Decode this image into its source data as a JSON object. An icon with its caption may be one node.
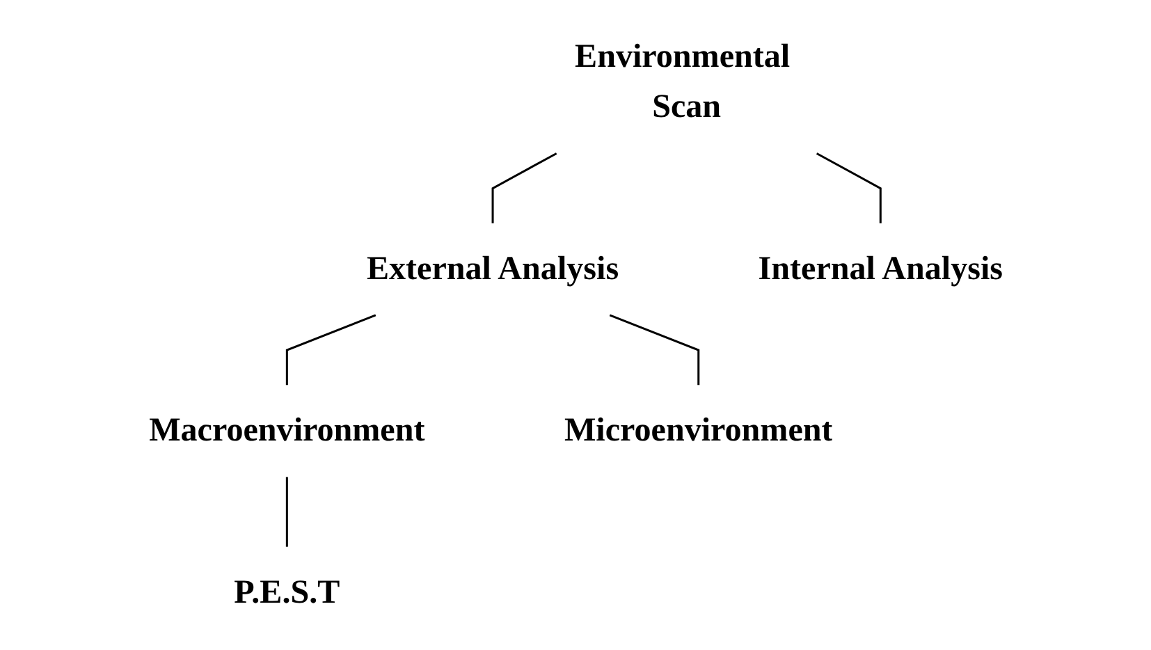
{
  "diagram": {
    "nodes": [
      {
        "text": [
          "Environmental Scan"
        ]
      },
      {
        "text": [
          "External Analysis"
        ]
      },
      {
        "text": [
          "Internal Analysis"
        ]
      },
      {
        "text": [
          "Macroenvironment"
        ]
      },
      {
        "text": [
          "Microenvironment"
        ]
      },
      {
        "text": [
          "P.E.S.T"
        ]
      }
    ],
    "edges": [
      {
        "from": 0,
        "to": 1,
        "arrow": "none"
      },
      {
        "from": 0,
        "to": 2,
        "arrow": "none"
      },
      {
        "from": 1,
        "to": 3,
        "arrow": "none"
      },
      {
        "from": 1,
        "to": 4,
        "arrow": "none"
      },
      {
        "from": 3,
        "to": 5,
        "arrow": "none"
      }
    ]
  }
}
